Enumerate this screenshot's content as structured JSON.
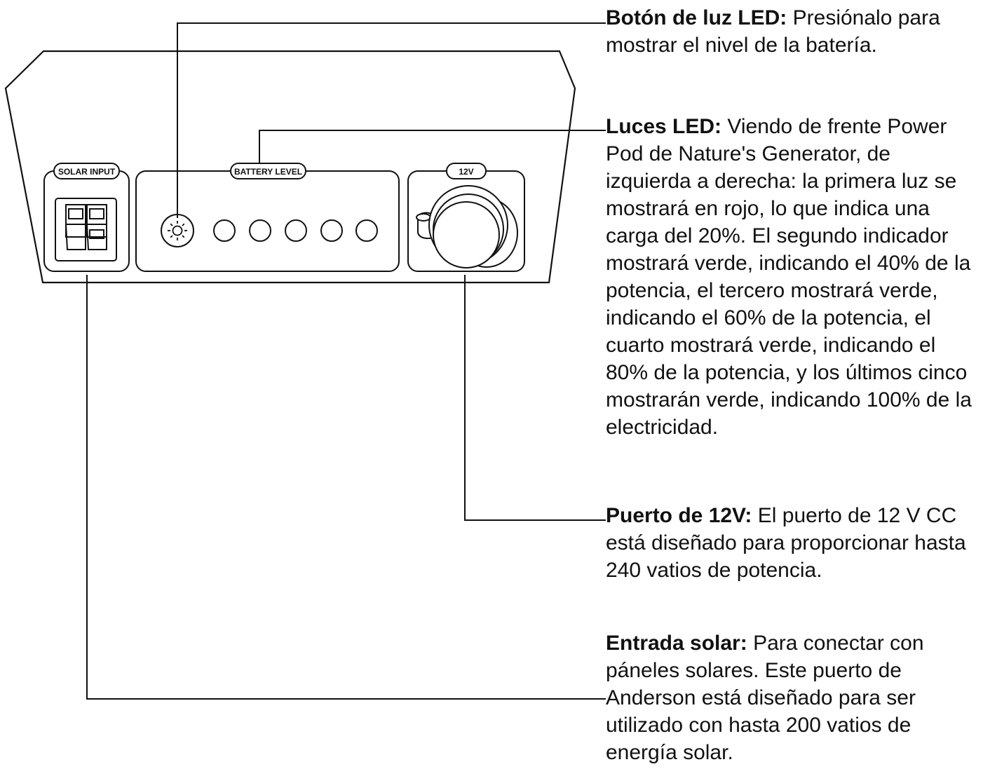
{
  "device_labels": {
    "solar_input": "SOLAR INPUT",
    "battery_level": "BATTERY LEVEL",
    "port_12v": "12V"
  },
  "annotations": {
    "led_button": {
      "title": "Botón de luz LED:",
      "text": "Presiónalo para mostrar el nivel de la batería."
    },
    "led_lights": {
      "title": "Luces LED:",
      "text": "Viendo de frente Power Pod de Nature's Generator, de izquierda a derecha: la primera luz se mostrará en rojo, lo que indica una carga del 20%. El segundo indicador mostrará verde, indicando el 40% de la potencia, el tercero mostrará verde, indicando el 60% de la potencia, el cuarto mostrará verde, indicando el 80% de la potencia, y los últimos cinco mostrarán verde, indicando 100% de la electricidad."
    },
    "port_12v": {
      "title": "Puerto de 12V:",
      "text": "El puerto de 12 V CC está diseñado para proporcionar hasta 240 vatios de potencia."
    },
    "solar_input": {
      "title": "Entrada solar:",
      "text": "Para conectar con páneles solares. Este puerto de Anderson está diseñado para ser utilizado con hasta 200 vatios de energía solar."
    }
  }
}
